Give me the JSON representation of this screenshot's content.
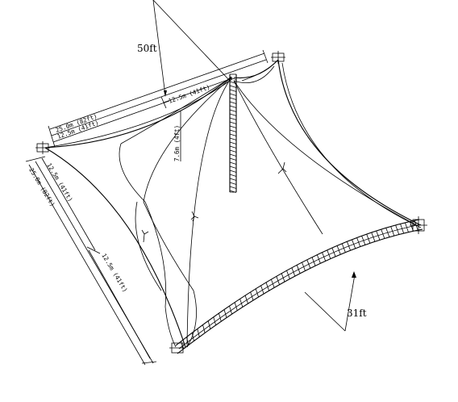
{
  "dimensions": {
    "height_top": "50ft",
    "height_bottom": "31ft",
    "top_total": "25.0m (82ft)",
    "top_half_left": "12.5m (41ft)",
    "top_half_right": "12.5m (41ft)",
    "left_total": "25.0m (82ft)",
    "left_half_upper": "12.5m (41ft)",
    "left_half_lower": "12.5m (41ft)",
    "mast_label": "7.6m (4ft)"
  },
  "colors": {
    "line": "#000000",
    "background": "#ffffff"
  }
}
